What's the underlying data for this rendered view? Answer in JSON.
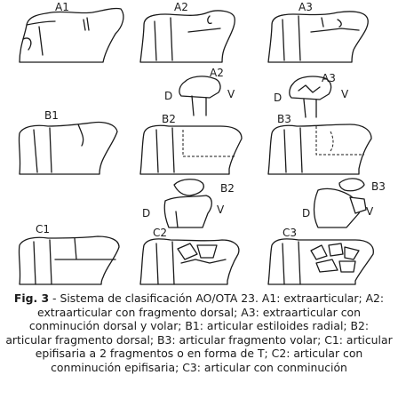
{
  "labels": {
    "a1": "A1",
    "a2": "A2",
    "a3": "A3",
    "a2_frag": "A2",
    "a3_frag": "A3",
    "b1": "B1",
    "b2": "B2",
    "b3": "B3",
    "b2_frag": "B2",
    "b3_frag": "B3",
    "c1": "C1",
    "c2": "C2",
    "c3": "C3",
    "dorsal": "D",
    "volar": "V"
  },
  "caption": {
    "fig_label": "Fig. 3",
    "text": " - Sistema de clasificación AO/OTA 23. A1: extraarticular; A2: extraarticular con fragmento dorsal; A3: extraarticular con conminución dorsal y volar; B1: articular estiloides radial; B2: articular fragmento dorsal; B3: articular fragmento volar; C1: articular epifisaria a 2 fragmentos o en forma de T; C2: articular con conminución epifisaria; C3: articular con conminución"
  }
}
